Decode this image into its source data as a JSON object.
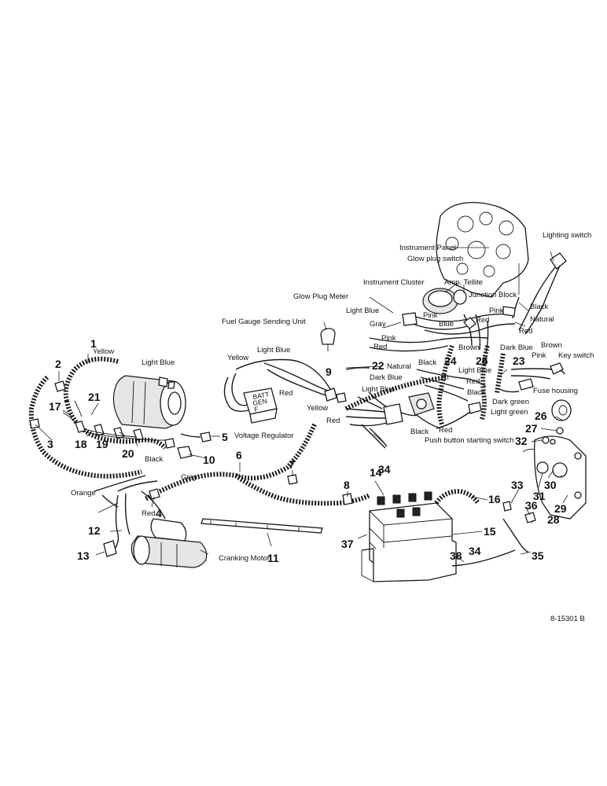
{
  "labels": {
    "instrument_panel": "Instrument Panel",
    "lighting_switch": "Lighting switch",
    "glow_plug_switch": "Glow plug switch",
    "instrument_cluster": "Instrument Cluster",
    "amp_telltale": "Amp. Tellite",
    "junction_block": "Junction Block",
    "glow_plug_meter": "Glow Plug Meter",
    "light_blue_a": "Light Blue",
    "black_a": "Black",
    "natural_a": "Natural",
    "pink_a": "Pink",
    "pink_b": "Pink",
    "gray_a": "Gray",
    "blue_a": "Blue",
    "red_a": "Red",
    "red_b": "Red",
    "fuel_gauge": "Fuel Gauge Sending Unit",
    "pink_c": "Pink",
    "red_c": "Red",
    "brown_a": "Brown",
    "dark_blue_a": "Dark Blue",
    "brown_b": "Brown",
    "pink_d": "Pink",
    "key_switch": "Key switch",
    "yellow_a": "Yellow",
    "light_blue_b": "Light Blue",
    "natural_b": "Natural",
    "black_b": "Black",
    "light_blue_c": "Light Blue",
    "red_d": "Red",
    "dark_blue_b": "Dark Blue",
    "light_blue_d": "Light Blue",
    "black_c": "Black",
    "fuse_housing": "Fuse housing",
    "dark_green": "Dark green",
    "light_green": "Light green",
    "red_e": "Red",
    "yellow_b": "Yellow",
    "red_f": "Red",
    "voltage_regulator": "Voltage Regulator",
    "black_d": "Black",
    "red_g": "Red",
    "push_button": "Push button starting switch",
    "yellow_c": "Yellow",
    "light_blue_e": "Light Blue",
    "black_e": "Black",
    "gray_b": "Gray",
    "orange": "Orange",
    "red_h": "Red",
    "cranking_motor": "Cranking Motor",
    "reg_code_1": "BATT",
    "reg_code_2": "GEN",
    "reg_code_3": "F",
    "drawing_no": "8-15301 B"
  },
  "callouts": [
    "1",
    "2",
    "3",
    "4",
    "5",
    "6",
    "7",
    "8",
    "9",
    "10",
    "11",
    "12",
    "13",
    "14",
    "15",
    "16",
    "17",
    "18",
    "19",
    "20",
    "21",
    "22",
    "23",
    "24",
    "25",
    "26",
    "27",
    "28",
    "29",
    "30",
    "31",
    "32",
    "33",
    "34",
    "35",
    "36",
    "37",
    "38",
    "34"
  ]
}
